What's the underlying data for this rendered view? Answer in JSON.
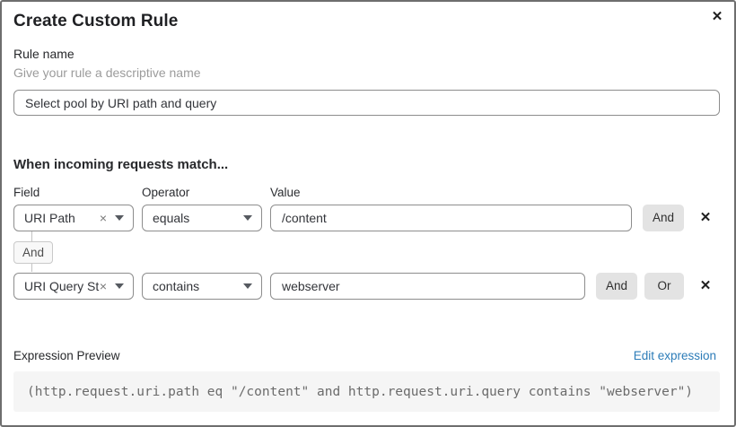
{
  "dialog": {
    "title": "Create Custom Rule",
    "close_icon": "✕"
  },
  "rule_name": {
    "label": "Rule name",
    "hint": "Give your rule a descriptive name",
    "value": "Select pool by URI path and query"
  },
  "match": {
    "heading": "When incoming requests match...",
    "columns": {
      "field": "Field",
      "operator": "Operator",
      "value": "Value"
    },
    "rows": [
      {
        "field": "URI Path",
        "operator": "equals",
        "value": "/content",
        "buttons": [
          "And"
        ]
      },
      {
        "field": "URI Query St...",
        "operator": "contains",
        "value": "webserver",
        "buttons": [
          "And",
          "Or"
        ]
      }
    ],
    "connector_label": "And",
    "clear_icon": "×",
    "remove_icon": "✕"
  },
  "expression": {
    "label": "Expression Preview",
    "edit_link": "Edit expression",
    "code": "(http.request.uri.path eq \"/content\" and http.request.uri.query contains \"webserver\")"
  },
  "colors": {
    "link_blue": "#2c7cb8",
    "button_gray": "#e3e3e3",
    "code_bg": "#f5f5f5",
    "border_gray": "#8d8d8d"
  }
}
